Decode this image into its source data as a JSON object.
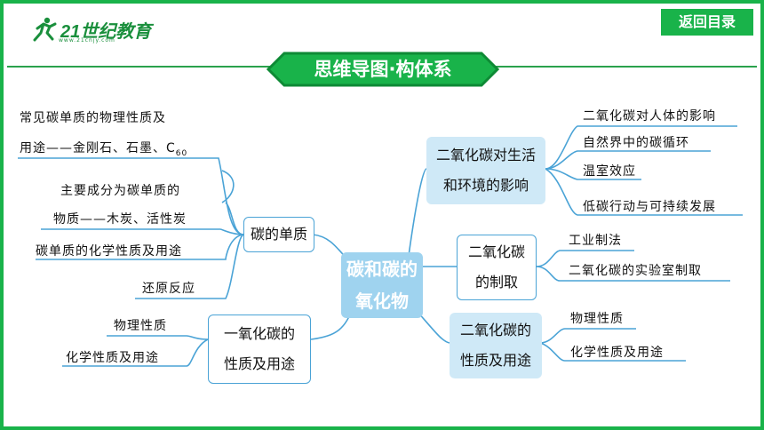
{
  "logo": {
    "brand": "21世纪教育",
    "sub": "www.21cnjy.com"
  },
  "nav": {
    "back_label": "返回目录"
  },
  "title": "思维导图·构体系",
  "center": {
    "line1": "碳和碳的",
    "line2": "氧化物"
  },
  "left": {
    "carbon_element": {
      "label": "碳的单质",
      "leaves": [
        "常见碳单质的物理性质及",
        "用途——金刚石、石墨、C",
        "60",
        "主要成分为碳单质的",
        "物质——木炭、活性炭",
        "碳单质的化学性质及用途",
        "还原反应"
      ]
    },
    "co": {
      "line1": "一氧化碳的",
      "line2": "性质及用途",
      "leaves": [
        "物理性质",
        "化学性质及用途"
      ]
    }
  },
  "right": {
    "co2_env": {
      "line1": "二氧化碳对生活",
      "line2": "和环境的影响",
      "leaves": [
        "二氧化碳对人体的影响",
        "自然界中的碳循环",
        "温室效应",
        "低碳行动与可持续发展"
      ]
    },
    "co2_make": {
      "line1": "二氧化碳",
      "line2": "的制取",
      "leaves": [
        "工业制法",
        "二氧化碳的实验室制取"
      ]
    },
    "co2_props": {
      "line1": "二氧化碳的",
      "line2": "性质及用途",
      "leaves": [
        "物理性质",
        "化学性质及用途"
      ]
    }
  },
  "colors": {
    "green": "#19b34a",
    "line": "#4aa3d6",
    "center": "#9fd3ef",
    "box_fill": "#cfe9f7"
  }
}
